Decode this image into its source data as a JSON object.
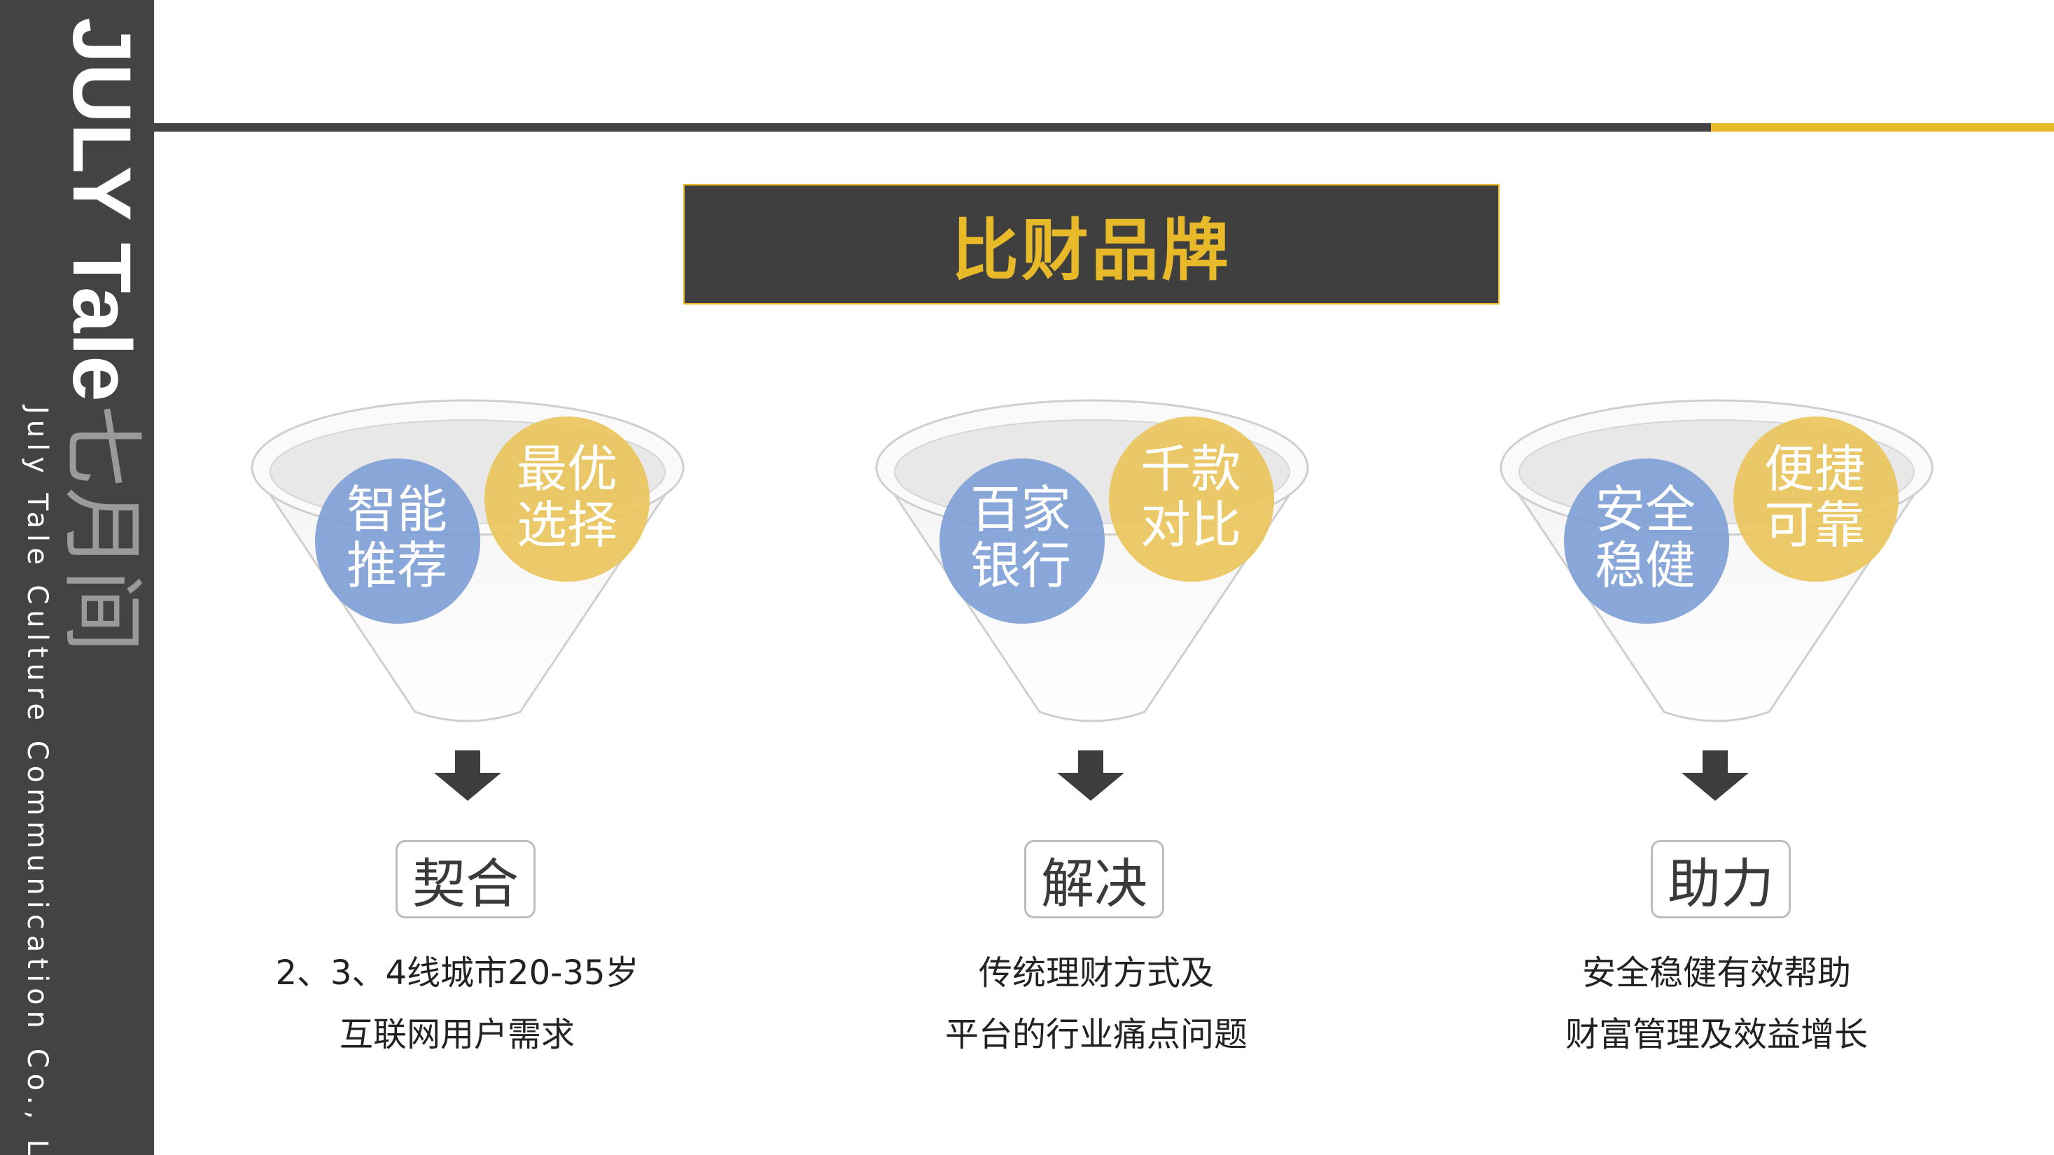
{
  "sidebar": {
    "brand_en": "JULY Tale",
    "brand_cn": "七月间",
    "company": "July Tale Culture Communication Co., Ltd"
  },
  "colors": {
    "dark": "#434343",
    "accent": "#e8b929",
    "blue_bubble": "#7f9fd5",
    "yellow_bubble": "#eac45a"
  },
  "title": "比财品牌",
  "columns": [
    {
      "blue_lines": [
        "智能",
        "推荐"
      ],
      "yellow_lines": [
        "最优",
        "选择"
      ],
      "tag": "契合",
      "desc_lines": [
        "2、3、4线城市20-35岁",
        "互联网用户需求"
      ]
    },
    {
      "blue_lines": [
        "百家",
        "银行"
      ],
      "yellow_lines": [
        "千款",
        "对比"
      ],
      "tag": "解决",
      "desc_lines": [
        "传统理财方式及",
        "平台的行业痛点问题"
      ]
    },
    {
      "blue_lines": [
        "安全",
        "稳健"
      ],
      "yellow_lines": [
        "便捷",
        "可靠"
      ],
      "tag": "助力",
      "desc_lines": [
        "安全稳健有效帮助",
        "财富管理及效益增长"
      ]
    }
  ]
}
